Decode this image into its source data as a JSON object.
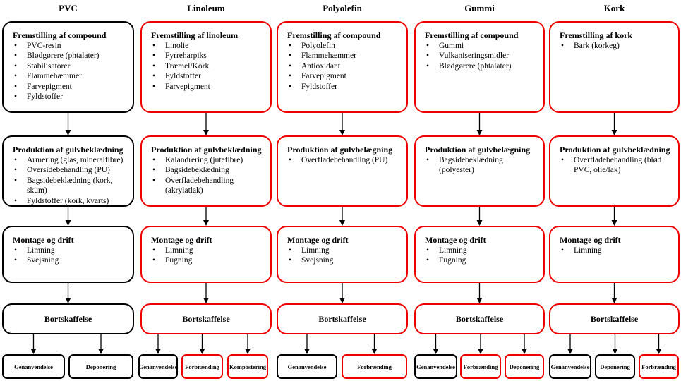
{
  "columns": [
    {
      "title": "PVC",
      "color": "#000000",
      "step1": {
        "title": "Fremstilling af compound",
        "items": [
          "PVC-resin",
          "Blødgørere (phtalater)",
          "Stabilisatorer",
          "Flammehæmmer",
          "Farvepigment",
          "Fyldstoffer"
        ]
      },
      "step2": {
        "title": "Produktion af gulvbeklædning",
        "items": [
          "Armering (glas, mineralfibre)",
          "Oversidebehandling (PU)",
          "Bagsidebeklædning (kork, skum)",
          "Fyldstoffer (kork, kvarts)"
        ]
      },
      "step3": {
        "title": "Montage og drift",
        "items": [
          "Limning",
          "Svejsning"
        ]
      },
      "disposal": "Bortskaffelse",
      "outcomes": [
        {
          "label": "Genanvendelse",
          "color": "#000000"
        },
        {
          "label": "Deponering",
          "color": "#000000"
        }
      ]
    },
    {
      "title": "Linoleum",
      "color": "#ee0000",
      "step1": {
        "title": "Fremstilling af linoleum",
        "items": [
          "Linolie",
          "Fyrreharpiks",
          "Træmel/Kork",
          "Fyldstoffer",
          "Farvepigment"
        ]
      },
      "step2": {
        "title": "Produktion af gulvbeklædning",
        "items": [
          "Kalandrering (jutefibre)",
          "Bagsidebeklædning",
          "Overfladebehandling (akrylatlak)"
        ]
      },
      "step3": {
        "title": "Montage og drift",
        "items": [
          "Limning",
          "Fugning"
        ]
      },
      "disposal": "Bortskaffelse",
      "outcomes": [
        {
          "label": "Genanvendelse",
          "color": "#000000"
        },
        {
          "label": "Forbrænding",
          "color": "#ee0000"
        },
        {
          "label": "Kompostering",
          "color": "#ee0000"
        }
      ]
    },
    {
      "title": "Polyolefin",
      "color": "#ee0000",
      "step1": {
        "title": "Fremstilling af compound",
        "items": [
          "Polyolefin",
          "Flammehæmmer",
          "Antioxidant",
          "Farvepigment",
          "Fyldstoffer"
        ]
      },
      "step2": {
        "title": "Produktion af gulvbelægning",
        "items": [
          "Overfladebehandling (PU)"
        ]
      },
      "step3": {
        "title": "Montage og drift",
        "items": [
          "Limning",
          "Svejsning"
        ]
      },
      "disposal": "Bortskaffelse",
      "outcomes": [
        {
          "label": "Genanvendelse",
          "color": "#000000"
        },
        {
          "label": "Forbrænding",
          "color": "#ee0000"
        }
      ]
    },
    {
      "title": "Gummi",
      "color": "#ee0000",
      "step1": {
        "title": "Fremstilling af compound",
        "items": [
          "Gummi",
          "Vulkaniseringsmidler",
          "Blødgørere (phtalater)"
        ]
      },
      "step2": {
        "title": "Produktion af gulvbelægning",
        "items": [
          "Bagsidebeklædning (polyester)"
        ]
      },
      "step3": {
        "title": "Montage og drift",
        "items": [
          "Limning",
          "Fugning"
        ]
      },
      "disposal": "Bortskaffelse",
      "outcomes": [
        {
          "label": "Genanvendelse",
          "color": "#000000"
        },
        {
          "label": "Forbrænding",
          "color": "#ee0000"
        },
        {
          "label": "Deponering",
          "color": "#ee0000"
        }
      ]
    },
    {
      "title": "Kork",
      "color": "#ee0000",
      "step1": {
        "title": "Fremstilling af kork",
        "items": [
          "Bark (korkeg)"
        ]
      },
      "step2": {
        "title": "Produktion af gulvbeklædning",
        "items": [
          "Overfladebehandling (blød PVC, olie/lak)"
        ]
      },
      "step3": {
        "title": "Montage og drift",
        "items": [
          "Limning"
        ]
      },
      "disposal": "Bortskaffelse",
      "outcomes": [
        {
          "label": "Genanvendelse",
          "color": "#000000"
        },
        {
          "label": "Deponering",
          "color": "#000000"
        },
        {
          "label": "Forbrænding",
          "color": "#ee0000"
        }
      ]
    }
  ]
}
